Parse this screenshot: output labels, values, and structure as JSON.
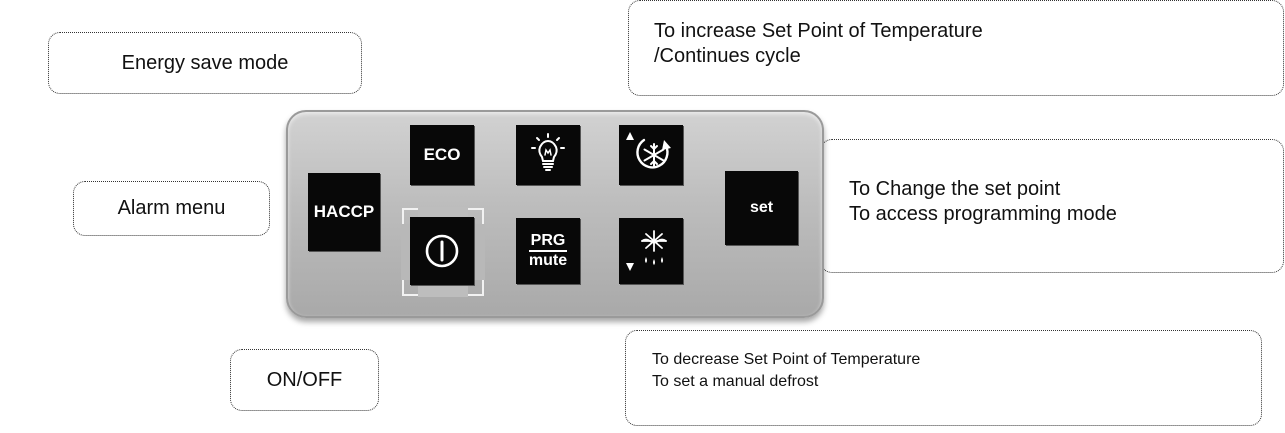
{
  "callouts": {
    "energy_save": "Energy save mode",
    "alarm_menu": "Alarm menu",
    "on_off": "ON/OFF",
    "increase": [
      "To increase Set Point of Temperature",
      "/Continues cycle"
    ],
    "set_point": [
      "To Change the set point",
      "To access programming mode"
    ],
    "decrease": [
      "To decrease Set Point of Temperature",
      "To set a manual defrost"
    ]
  },
  "panel": {
    "keys": {
      "haccp": "HACCP",
      "eco": "ECO",
      "set": "set",
      "prg_top": "PRG",
      "prg_bottom": "mute"
    },
    "icons": {
      "light": "light-bulb-icon",
      "up": "up-arrow-continuous-cycle-icon",
      "power": "power-icon",
      "down": "down-arrow-defrost-icon"
    }
  },
  "colors": {
    "panel": "#bdbdbd",
    "key": "#080808",
    "key_text": "#ffffff",
    "callout_border": "#333333"
  }
}
